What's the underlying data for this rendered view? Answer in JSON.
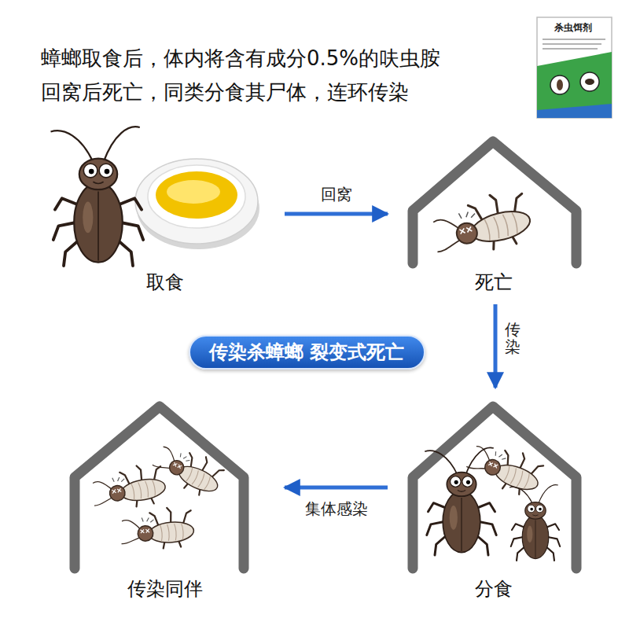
{
  "diagram": {
    "title": "蟑螂取食后，体内将含有成分0.5%的呋虫胺 回窝后死亡，同类分食其尸体，连环传染",
    "nodes": [
      {
        "text": [
          "取食"
        ]
      },
      {
        "text": [
          "死亡"
        ]
      },
      {
        "text": [
          "分食"
        ]
      },
      {
        "text": [
          "传染同伴"
        ]
      },
      {
        "text": [
          "传染杀蟑螂 裂变式死亡"
        ]
      }
    ],
    "edges": [
      {
        "from": 0,
        "to": 1,
        "arrow": "to",
        "label": "回窝"
      },
      {
        "from": 1,
        "to": 2,
        "arrow": "to",
        "label": "传染"
      },
      {
        "from": 2,
        "to": 3,
        "arrow": "to",
        "label": "集体感染"
      }
    ],
    "labels": [
      "杀虫饵剂"
    ]
  }
}
